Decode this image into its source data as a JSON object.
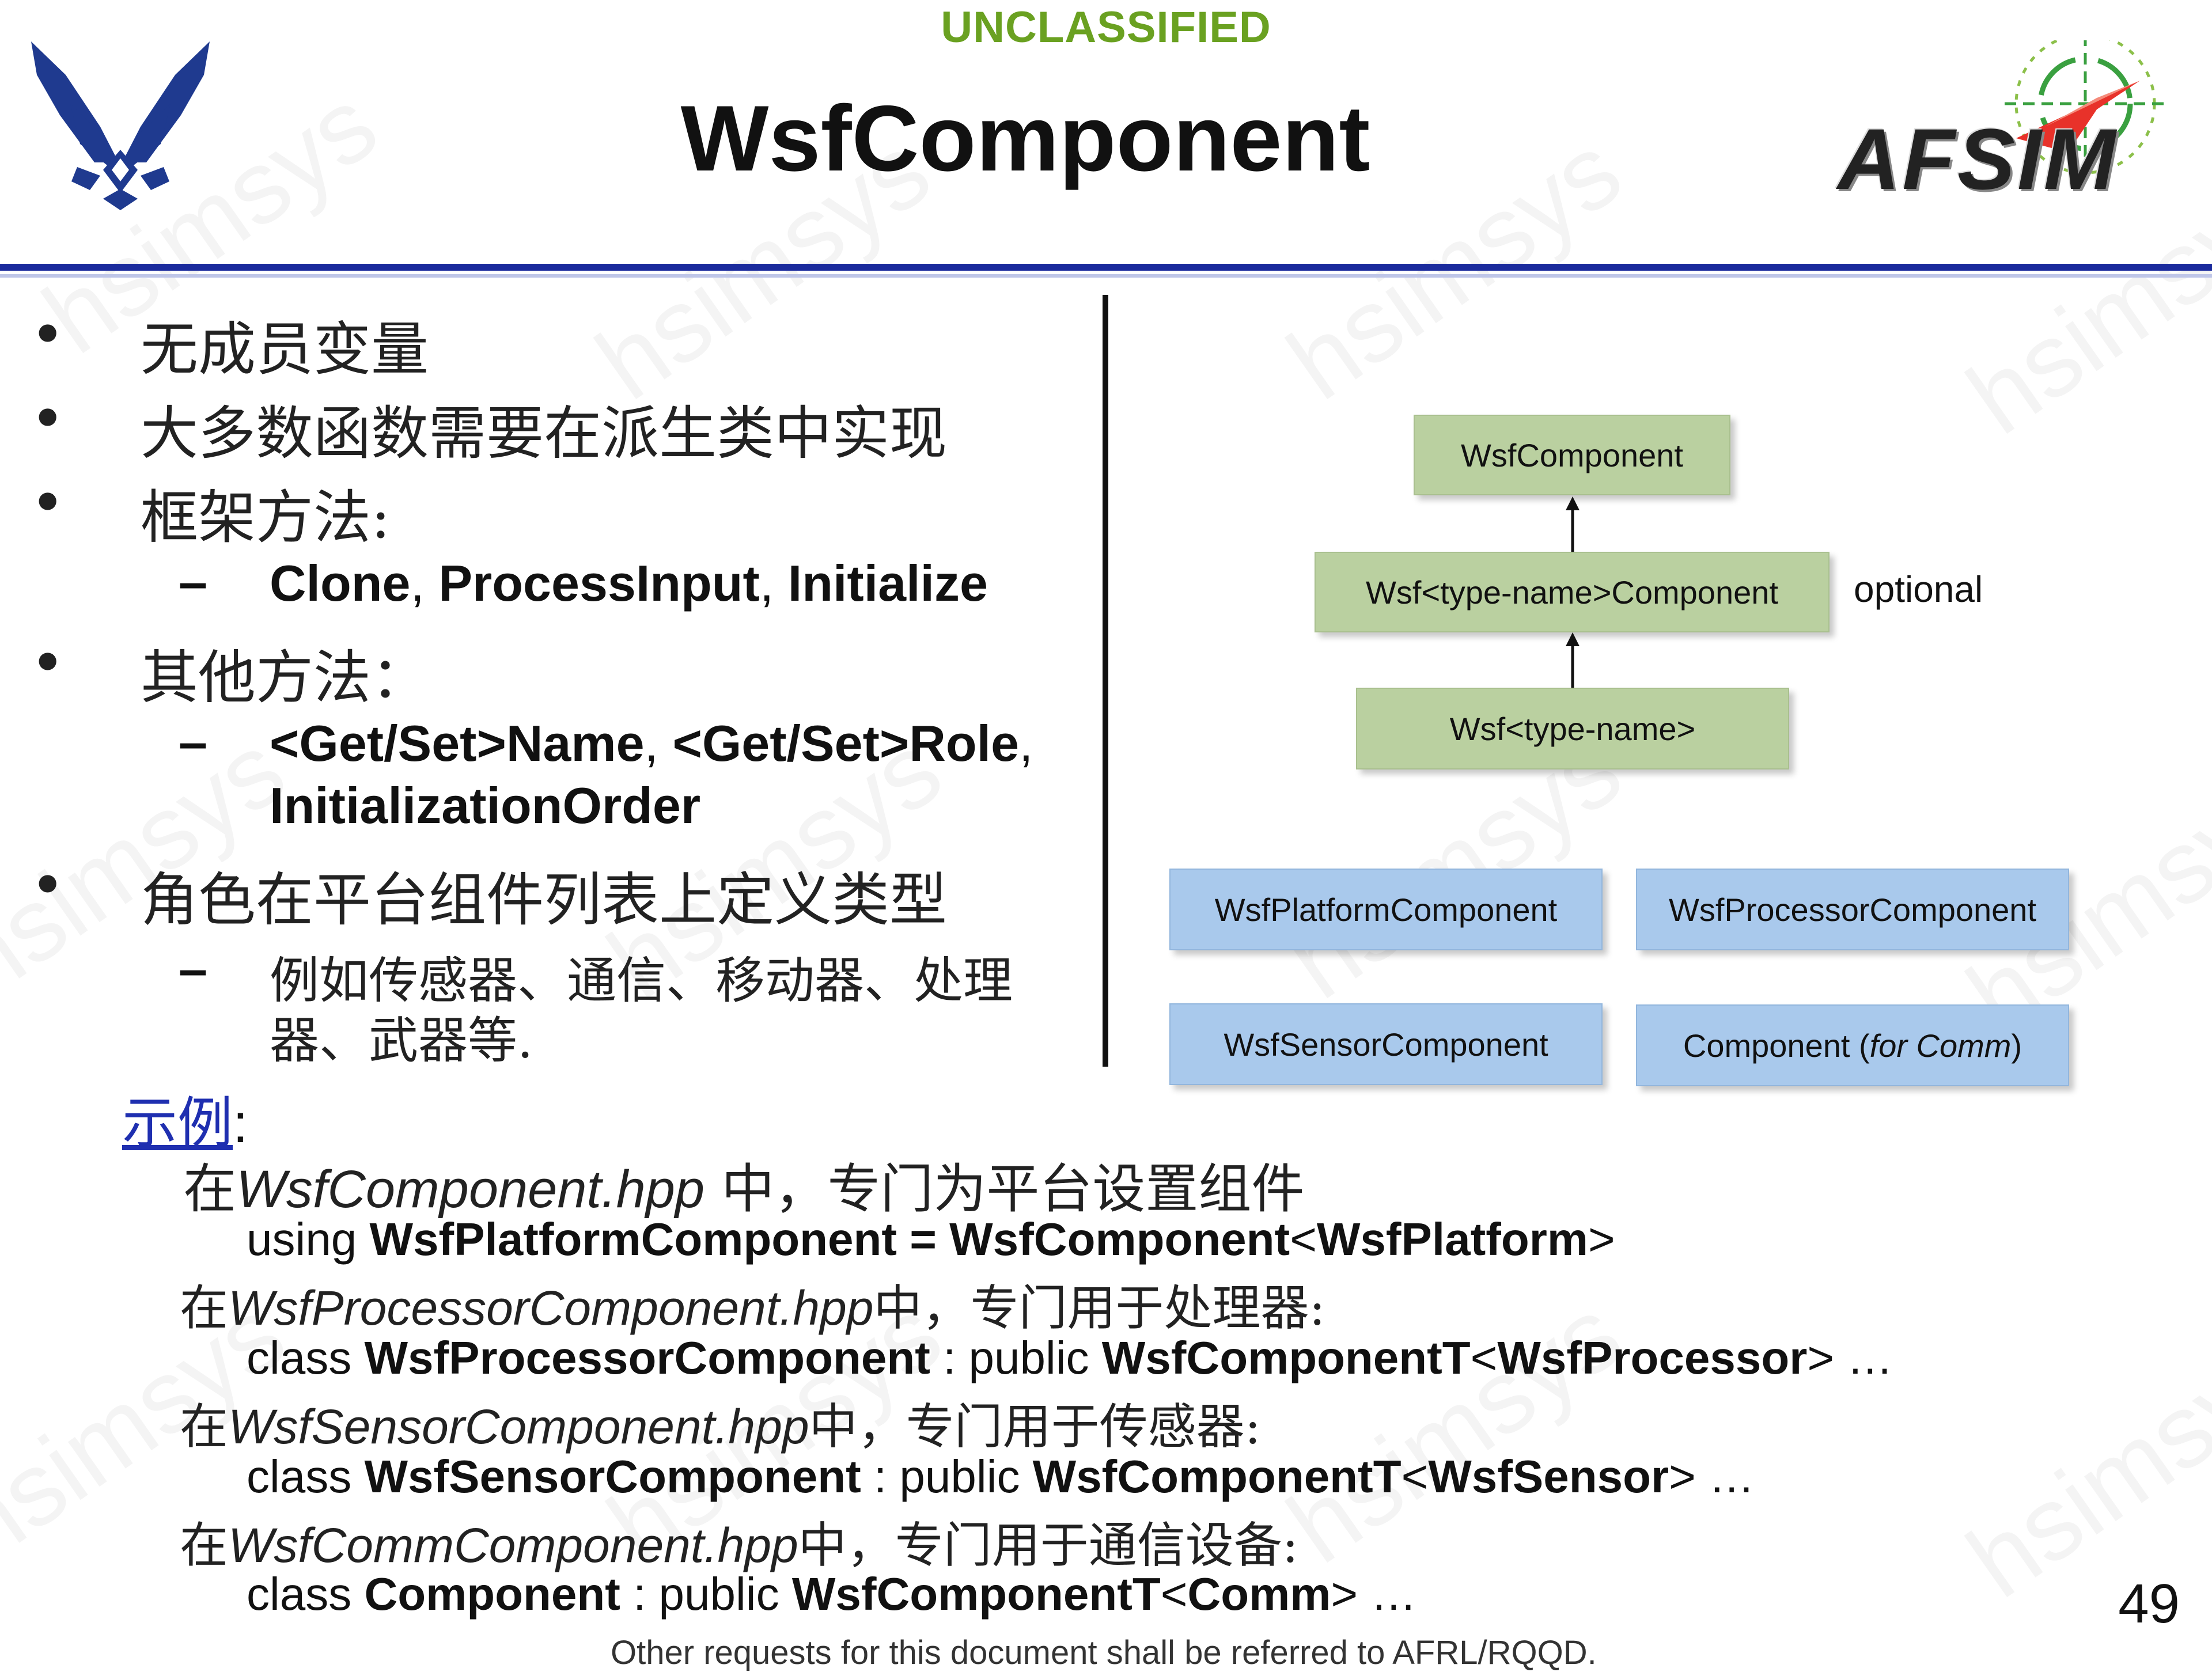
{
  "header": {
    "classification": "UNCLASSIFIED",
    "title": "WsfComponent",
    "logo_left": "air-force-wings-logo",
    "logo_right": "afsim-logo",
    "logo_right_text": "AFSIM"
  },
  "left_bullets": {
    "b1": "无成员变量",
    "b2": "大多数函数需要在派生类中实现",
    "b3": "框架方法:",
    "b3_sub": {
      "m1": "Clone",
      "sep1": ", ",
      "m2": "ProcessInput",
      "sep2": ", ",
      "m3": "Initialize"
    },
    "b4": "其他方法：",
    "b4_sub": {
      "m1": "<Get/Set>Name",
      "sep1": ", ",
      "m2": "<Get/Set>Role",
      "sep2": ",",
      "m3": "InitializationOrder"
    },
    "b5": "角色在平台组件列表上定义类型",
    "b5_sub_line1": "例如传感器、通信、移动器、处理",
    "b5_sub_line2": "器、武器等.",
    "bullet_glyph": "•",
    "dash_glyph": "–"
  },
  "diagram": {
    "box_top": "WsfComponent",
    "box_mid": "Wsf<type-name>Component",
    "box_mid_note": "optional",
    "box_bottom": "Wsf<type-name>",
    "platform": "WsfPlatformComponent",
    "processor": "WsfProcessorComponent",
    "sensor": "WsfSensorComponent",
    "comm_prefix": "Component (",
    "comm_italic": "for Comm",
    "comm_suffix": ")",
    "colors": {
      "green": "#bad0a0",
      "blue": "#a9c9ec"
    }
  },
  "example": {
    "link": "示例",
    "colon": ":",
    "intro1_pre": "在",
    "intro1_file": "WsfComponent.hpp",
    "intro1_post": " 中，专门为平台设置组件",
    "code1": {
      "a": "using ",
      "b": "WsfPlatformComponent = WsfComponent",
      "c": "<",
      "d": "WsfPlatform",
      "e": ">"
    },
    "intro2_pre": "在",
    "intro2_file": "WsfProcessorComponent.hpp",
    "intro2_post": "中，专门用于处理器:",
    "code2": {
      "a": "class ",
      "b": "WsfProcessorComponent",
      "c": " : public ",
      "d": "WsfComponentT",
      "e": "<",
      "f": "WsfProcessor",
      "g": "> …"
    },
    "intro3_pre": "在",
    "intro3_file": "WsfSensorComponent.hpp",
    "intro3_post": "中，专门用于传感器:",
    "code3": {
      "a": "class ",
      "b": "WsfSensorComponent",
      "c": " : public ",
      "d": "WsfComponentT",
      "e": "<",
      "f": "WsfSensor",
      "g": "> …"
    },
    "intro4_pre": "在",
    "intro4_file": "WsfCommComponent.hpp",
    "intro4_post": "中，专门用于通信设备:",
    "code4": {
      "a": "class ",
      "b": "Component",
      "c": " : public ",
      "d": "WsfComponentT",
      "e": "<",
      "f": "Comm",
      "g": "> …"
    }
  },
  "footer": {
    "page_number": "49",
    "cut_text": "Other requests for this document shall be referred to AFRL/RQQD."
  },
  "watermark": "hsimsys"
}
